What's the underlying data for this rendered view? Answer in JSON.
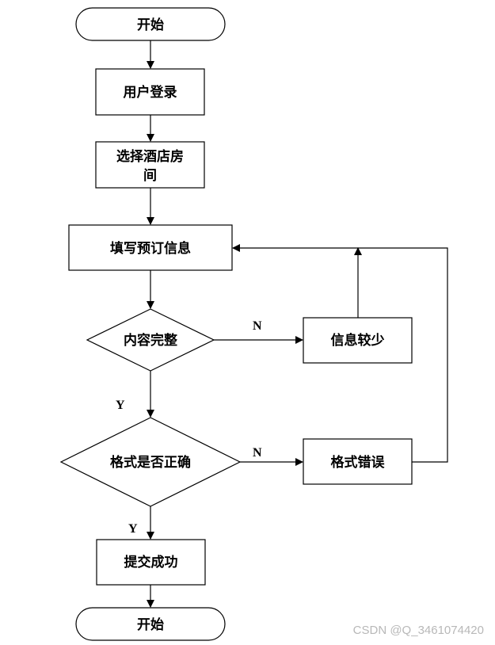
{
  "nodes": {
    "start": "开始",
    "login": "用户登录",
    "select_room_line1": "选择酒店房",
    "select_room_line2": "间",
    "fill_info": "填写预订信息",
    "content_complete": "内容完整",
    "info_less": "信息较少",
    "format_correct": "格式是否正确",
    "format_error": "格式错误",
    "submit_success": "提交成功",
    "end": "开始"
  },
  "edge_labels": {
    "content_no": "N",
    "content_yes": "Y",
    "format_no": "N",
    "format_yes": "Y"
  },
  "watermark": "CSDN @Q_3461074420"
}
